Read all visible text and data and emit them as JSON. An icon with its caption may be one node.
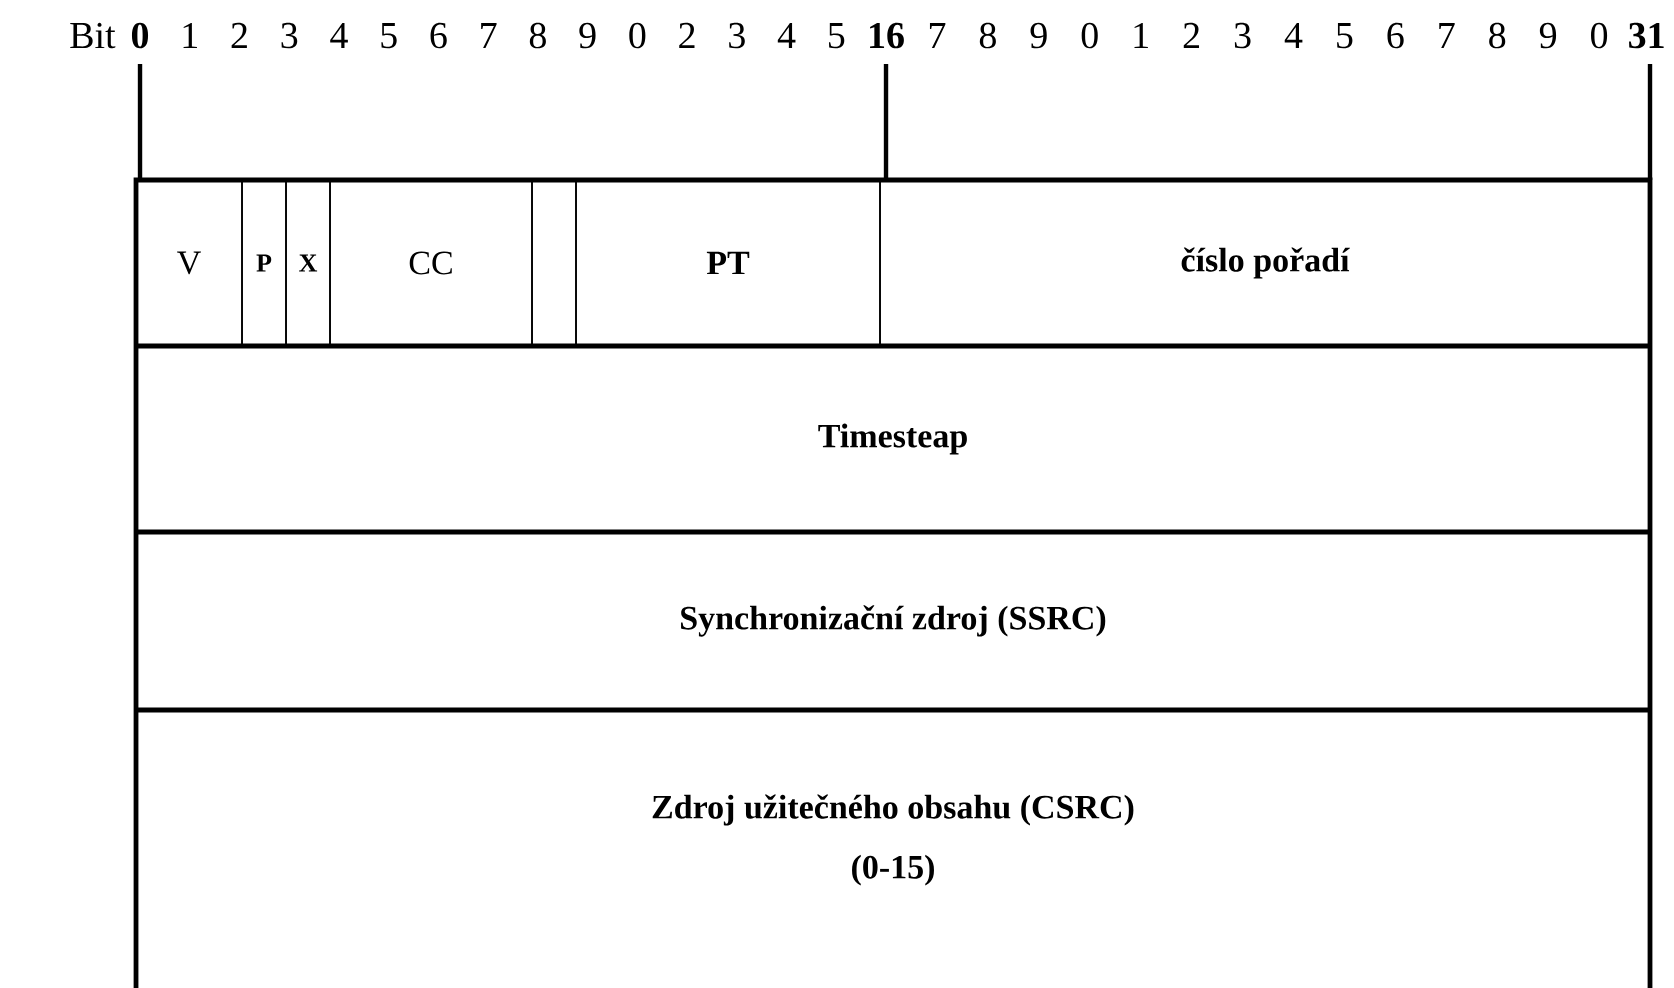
{
  "diagram": {
    "nodes": [
      {
        "text": [
          "V"
        ]
      },
      {
        "text": [
          "P"
        ]
      },
      {
        "text": [
          "X"
        ]
      },
      {
        "text": [
          "CC"
        ]
      },
      {
        "text": [],
        "shape": "box"
      },
      {
        "text": [
          "PT"
        ]
      },
      {
        "text": [
          "číslo pořadí"
        ]
      },
      {
        "text": [
          "Timesteap"
        ]
      },
      {
        "text": [
          "Synchronizační zdroj (SSRC)"
        ]
      },
      {
        "text": [
          "Zdroj užitečného obsahu (CSRC)",
          "(0-15)"
        ]
      }
    ],
    "labels": [
      "Bit",
      "0",
      "1",
      "2",
      "3",
      "4",
      "5",
      "6",
      "7",
      "8",
      "9",
      "0",
      "2",
      "3",
      "4",
      "5",
      "16",
      "7",
      "8",
      "9",
      "0",
      "1",
      "2",
      "3",
      "4",
      "5",
      "6",
      "7",
      "8",
      "9",
      "0",
      "31"
    ]
  }
}
